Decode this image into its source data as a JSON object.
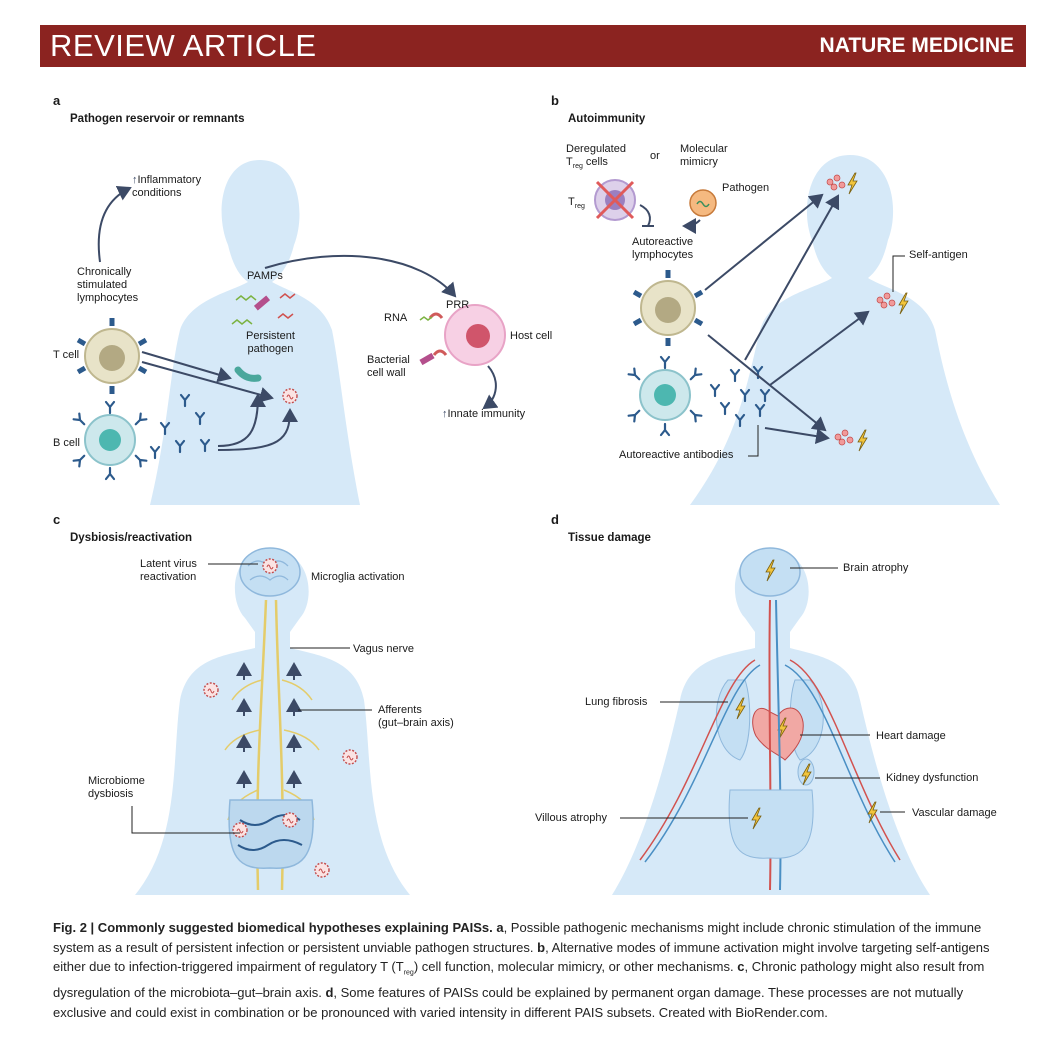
{
  "header": {
    "left": "REVIEW ARTICLE",
    "right": "NATURE MEDICINE"
  },
  "panels": {
    "a": {
      "letter": "a",
      "title": "Pathogen reservoir or remnants",
      "labels": {
        "inflammatory": "Inflammatory\nconditions",
        "chronic": "Chronically\nstimulated\nlymphocytes",
        "tcell": "T cell",
        "bcell": "B cell",
        "pamps": "PAMPs",
        "persistent": "Persistent\npathogen",
        "rna": "RNA",
        "prr": "PRR",
        "hostcell": "Host cell",
        "bacterial": "Bacterial\ncell wall",
        "innate": "Innate immunity"
      }
    },
    "b": {
      "letter": "b",
      "title": "Autoimmunity",
      "labels": {
        "deregulated": "Deregulated",
        "treg_cells": "cells",
        "or": "or",
        "molecular": "Molecular\nmimicry",
        "pathogen": "Pathogen",
        "treg": "T",
        "reg": "reg",
        "autoreactive_lymph": "Autoreactive\nlymphocytes",
        "selfantigen": "Self-antigen",
        "autoreactive_ab": "Autoreactive antibodies"
      }
    },
    "c": {
      "letter": "c",
      "title": "Dysbiosis/reactivation",
      "labels": {
        "latent": "Latent virus\nreactivation",
        "microglia": "Microglia activation",
        "vagus": "Vagus nerve",
        "afferents": "Afferents\n(gut–brain axis)",
        "microbiome": "Microbiome\ndysbiosis"
      }
    },
    "d": {
      "letter": "d",
      "title": "Tissue damage",
      "labels": {
        "brain": "Brain atrophy",
        "lung": "Lung fibrosis",
        "heart": "Heart damage",
        "kidney": "Kidney dysfunction",
        "villous": "Villous atrophy",
        "vascular": "Vascular damage"
      }
    }
  },
  "caption": {
    "label": "Fig. 2 | Commonly suggested biomedical hypotheses explaining PAISs.",
    "a": "a",
    "a_text": ", Possible pathogenic mechanisms might include chronic stimulation of the immune system as a result of persistent infection or persistent unviable pathogen structures.",
    "b": "b",
    "b_text_1": ", Alternative modes of immune activation might involve targeting self-antigens either due to infection-triggered impairment of regulatory T (T",
    "b_sub": "reg",
    "b_text_2": ") cell function, molecular mimicry, or other mechanisms.",
    "c": "c",
    "c_text": ", Chronic pathology might also result from dysregulation of the microbiota–gut–brain axis.",
    "d": "d",
    "d_text": ", Some features of PAISs could be explained by permanent organ damage. These processes are not mutually exclusive and could exist in combination or be pronounced with varied intensity in different PAIS subsets. Created with BioRender.com."
  },
  "colors": {
    "banner": "#8b2320",
    "body": "#d6e9f8",
    "arrow": "#3c4a66",
    "antibody": "#2c5a8c",
    "bolt": "#f2c53d"
  }
}
